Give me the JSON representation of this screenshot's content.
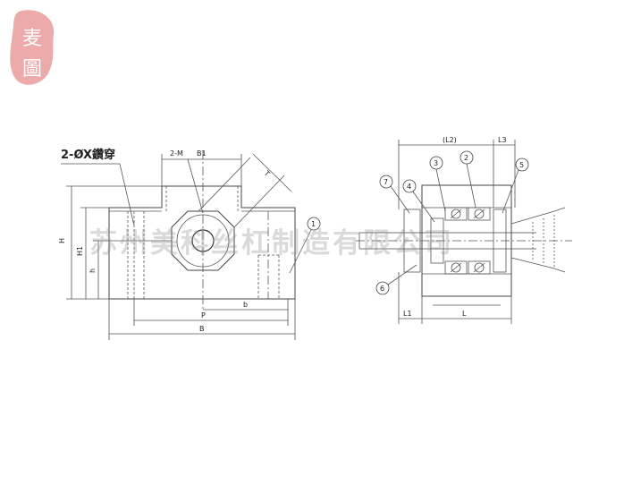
{
  "logo": {
    "color": "#e9a3a3",
    "chars": "麦 圖"
  },
  "watermark": "苏州美科丝杠制造有限公司",
  "front_view": {
    "hole_label": "2-ØX鑽穿",
    "dims": {
      "m": "2-M",
      "b1": "B1",
      "t": "T",
      "h": "H",
      "h1": "H1",
      "h_small": "h",
      "b_small": "b",
      "p": "P",
      "b": "B"
    },
    "callouts": [
      "1"
    ]
  },
  "side_view": {
    "dims": {
      "l2": "(L2)",
      "l3": "L3",
      "l1": "L1",
      "l": "L"
    },
    "callouts": [
      "7",
      "3",
      "2",
      "5",
      "4",
      "6"
    ]
  },
  "colors": {
    "line": "#555555",
    "text": "#222222"
  }
}
